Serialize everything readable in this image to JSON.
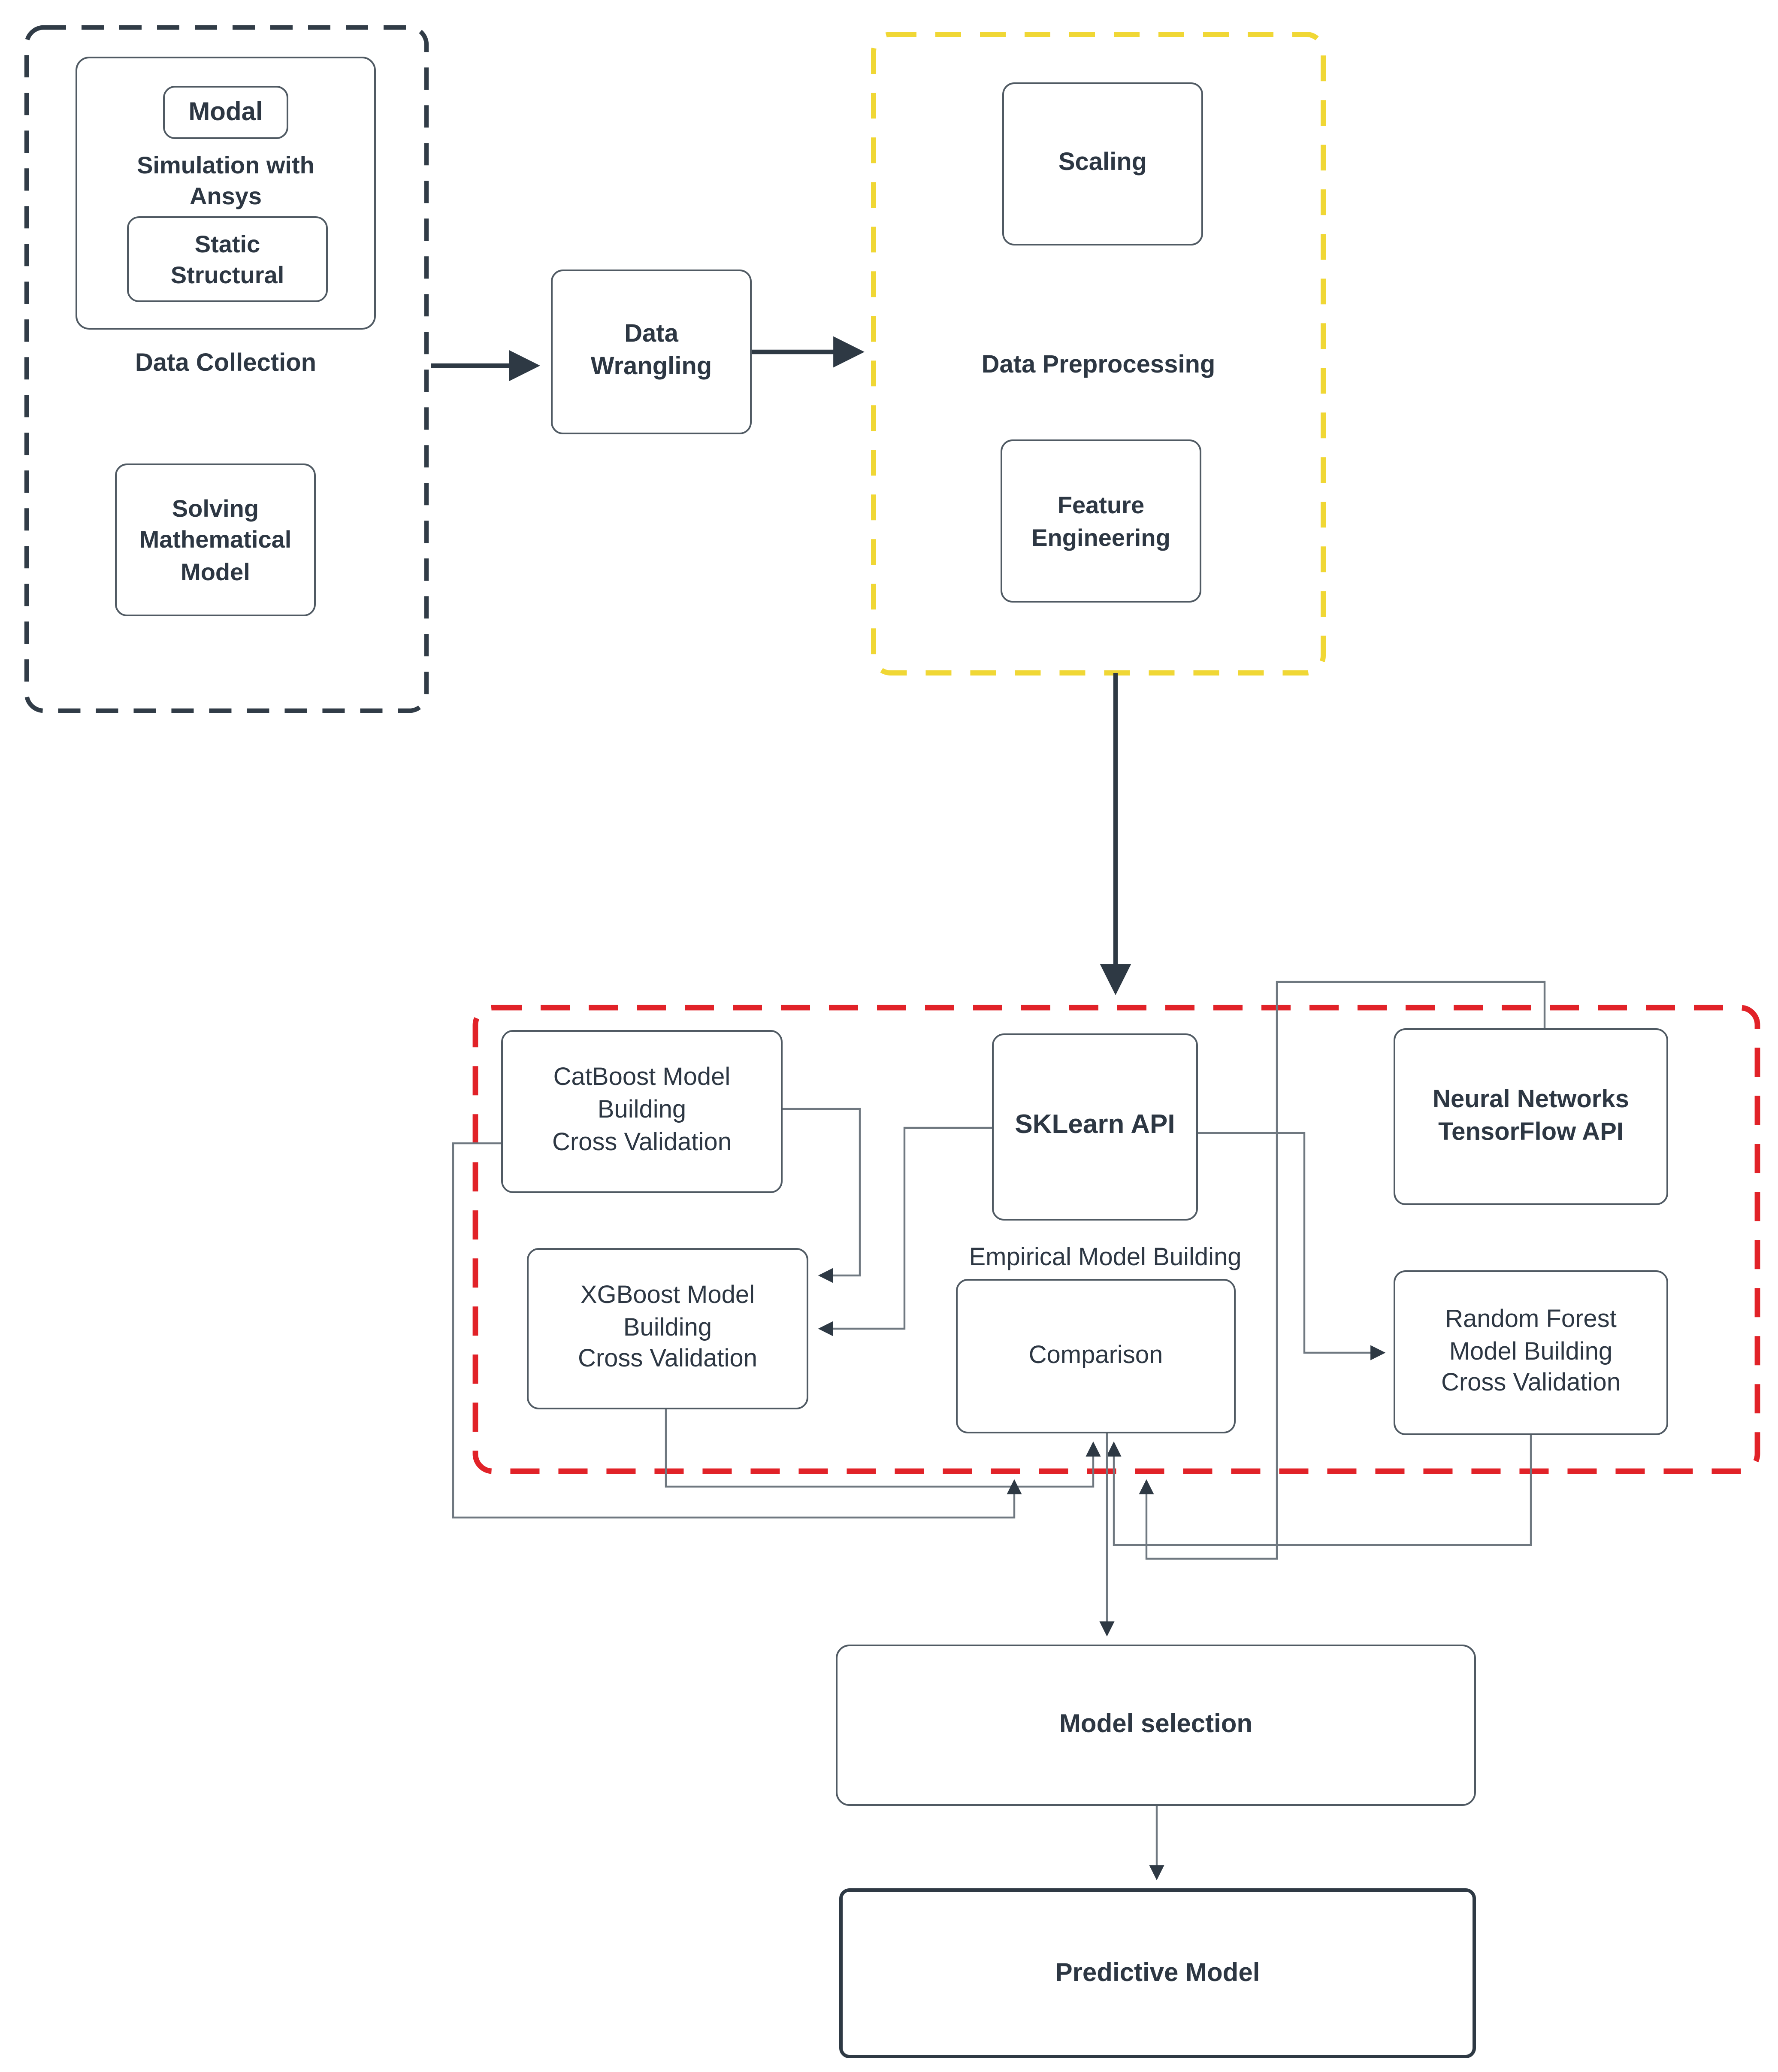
{
  "diagram": {
    "type": "flowchart",
    "groups": {
      "data_collection": {
        "label": "Data Collection",
        "border_color": "#313c47",
        "style": "dashed"
      },
      "data_preprocessing": {
        "label": "Data Preprocessing",
        "border_color": "#f0d735",
        "style": "dashed"
      },
      "empirical_model_building": {
        "label": "Empirical Model Building",
        "border_color": "#e12228",
        "style": "dashed"
      }
    },
    "nodes": {
      "modal": {
        "label": "Modal"
      },
      "simulation": {
        "label": "Simulation with\nAnsys"
      },
      "static_structural": {
        "label": "Static\nStructural"
      },
      "solving": {
        "label": "Solving\nMathematical\nModel"
      },
      "data_wrangling": {
        "label": "Data\nWrangling"
      },
      "scaling": {
        "label": "Scaling"
      },
      "feature_engineering": {
        "label": "Feature\nEngineering"
      },
      "catboost": {
        "label": "CatBoost Model\nBuilding\nCross Validation"
      },
      "sklearn_api": {
        "label": "SKLearn API"
      },
      "neural_networks": {
        "label": "Neural Networks\nTensorFlow API"
      },
      "xgboost": {
        "label": "XGBoost Model\nBuilding\nCross Validation"
      },
      "comparison": {
        "label": "Comparison"
      },
      "random_forest": {
        "label": "Random Forest\nModel Building\nCross Validation"
      },
      "model_selection": {
        "label": "Model selection"
      },
      "predictive_model": {
        "label": "Predictive Model"
      }
    },
    "edges": [
      {
        "from": "data-collection",
        "to": "data-wrangling"
      },
      {
        "from": "data-wrangling",
        "to": "data-preprocessing"
      },
      {
        "from": "data-preprocessing",
        "to": "empirical-model-building"
      },
      {
        "from": "catboost",
        "to": "xgboost"
      },
      {
        "from": "sklearn-api",
        "to": "xgboost"
      },
      {
        "from": "sklearn-api",
        "to": "random-forest"
      },
      {
        "from": "neural-networks",
        "to": "comparison"
      },
      {
        "from": "xgboost",
        "to": "comparison"
      },
      {
        "from": "random-forest",
        "to": "comparison"
      },
      {
        "from": "catboost",
        "to": "comparison"
      },
      {
        "from": "comparison",
        "to": "model-selection"
      },
      {
        "from": "model-selection",
        "to": "predictive-model"
      }
    ],
    "colors": {
      "background": "#ffffff",
      "box_border": "#505a63",
      "text": "#2d3743",
      "connector": "#6f7880",
      "arrow": "#2e3944",
      "group_dark": "#313c47",
      "group_yellow": "#f0d735",
      "group_red": "#e12228"
    }
  }
}
